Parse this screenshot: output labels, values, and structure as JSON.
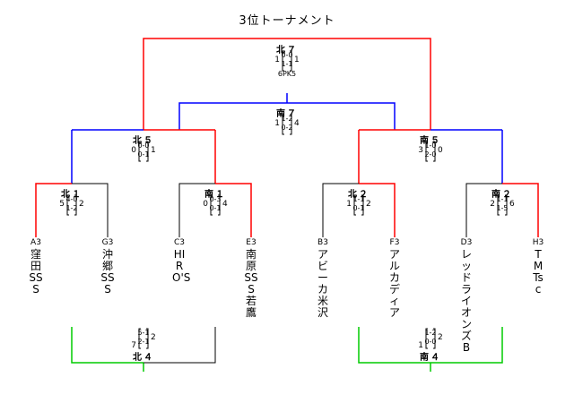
{
  "title": "3位トーナメント",
  "colors": {
    "winner": "#ff0000",
    "north": "#0000ff",
    "south": "#00cc00",
    "neutral": "#000000"
  },
  "teams": [
    {
      "seed": "A3",
      "name": "窪田SSS"
    },
    {
      "seed": "G3",
      "name": "沖郷SSS"
    },
    {
      "seed": "C3",
      "name": "HIRO'S"
    },
    {
      "seed": "E3",
      "name": "南原SSS若鷹"
    },
    {
      "seed": "B3",
      "name": "アビーカ米沢"
    },
    {
      "seed": "F3",
      "name": "アルカディア"
    },
    {
      "seed": "D3",
      "name": "レッドライオンズB"
    },
    {
      "seed": "H3",
      "name": "TMTsc"
    }
  ],
  "matches": {
    "kita1": {
      "label": "北１",
      "left": "5",
      "right": "2",
      "set1": "4-0",
      "set2": "1-2"
    },
    "minami1": {
      "label": "南１",
      "left": "0",
      "right": "4",
      "set1": "0-3",
      "set2": "0-1"
    },
    "kita2": {
      "label": "北２",
      "left": "1",
      "right": "2",
      "set1": "1-1",
      "set2": "0-1"
    },
    "minami2": {
      "label": "南２",
      "left": "2",
      "right": "6",
      "set1": "1-1",
      "set2": "1-5"
    },
    "kita5": {
      "label": "北５",
      "left": "0",
      "right": "1",
      "set1": "0-0",
      "set2": "0-1"
    },
    "minami5": {
      "label": "南５",
      "left": "3",
      "right": "0",
      "set1": "1-0",
      "set2": "2-0"
    },
    "minami7": {
      "label": "南７",
      "left": "1",
      "right": "4",
      "set1": "1-2",
      "set2": "0-2"
    },
    "kita7": {
      "label": "北７",
      "left": "1",
      "right": "1",
      "set1": "0-0",
      "set2": "1-1",
      "note": "6PK5"
    },
    "kita4": {
      "label": "北４",
      "left": "7",
      "right": "2",
      "set1": "5-1",
      "set2": "2-1"
    },
    "minami4": {
      "label": "南４",
      "left": "1",
      "right": "2",
      "set1": "1-2",
      "set2": "0-0"
    }
  }
}
